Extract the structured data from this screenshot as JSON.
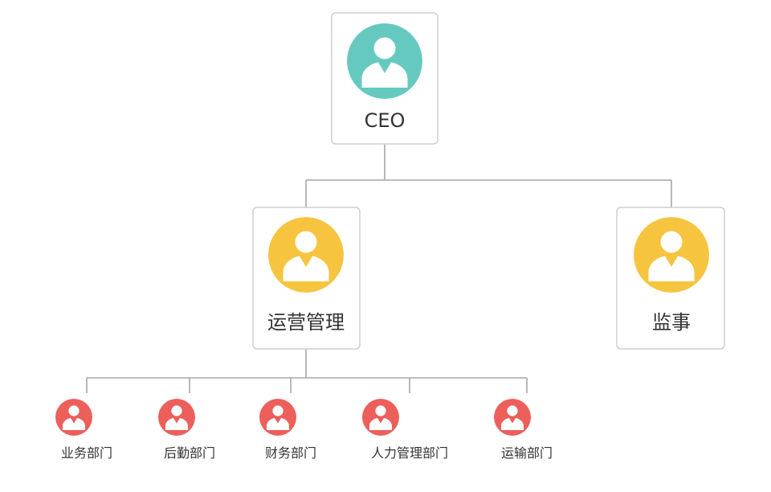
{
  "nodes": {
    "ceo": {
      "label": "CEO",
      "color": "#66c9c0"
    },
    "operations": {
      "label": "运营管理",
      "color": "#f6c43f"
    },
    "supervisor": {
      "label": "监事",
      "color": "#f6c43f"
    }
  },
  "departments": [
    {
      "label": "业务部门",
      "color": "#ec5f5b"
    },
    {
      "label": "后勤部门",
      "color": "#ec5f5b"
    },
    {
      "label": "财务部门",
      "color": "#ec5f5b"
    },
    {
      "label": "人力管理部门",
      "color": "#ec5f5b"
    },
    {
      "label": "运输部门",
      "color": "#ec5f5b"
    }
  ]
}
